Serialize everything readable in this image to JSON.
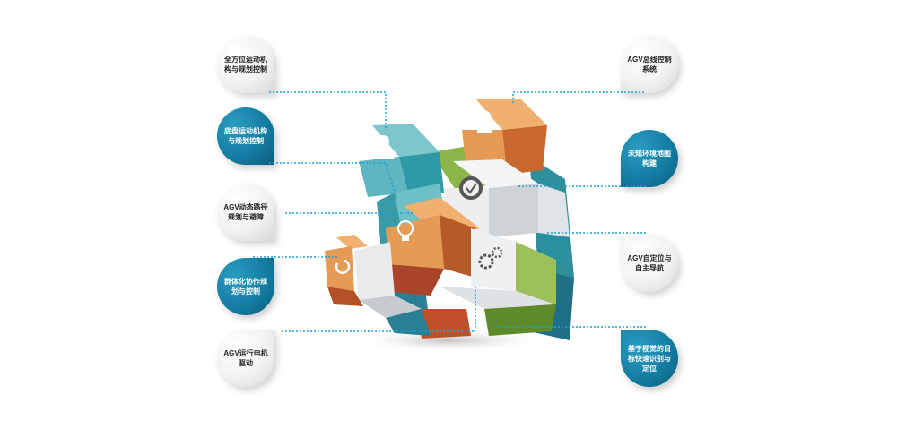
{
  "left_items": [
    {
      "label": "全方位运动机构与规划控制",
      "style": "white"
    },
    {
      "label": "底盘运动机构与规划控制",
      "style": "blue"
    },
    {
      "label": "AGV动态路径规划与避障",
      "style": "white"
    },
    {
      "label": "群体化协作规划与控制",
      "style": "blue"
    },
    {
      "label": "AGV运行电机驱动",
      "style": "white"
    }
  ],
  "right_items": [
    {
      "label": "AGV总线控制系统",
      "style": "white"
    },
    {
      "label": "未知环境地图构建",
      "style": "blue"
    },
    {
      "label": "AGV自定位与自主导航",
      "style": "white"
    },
    {
      "label": "基于视觉的目标快速识别与定位",
      "style": "blue"
    }
  ],
  "colors": {
    "line": "#1aa0dc",
    "teal": "#4fb4bf",
    "orange": "#e59a55",
    "green": "#8cb54a",
    "gray": "#e6e8ea",
    "blue": "#137aa0"
  },
  "icons": [
    "user-icon",
    "lock-icon",
    "check-clock-icon",
    "lightbulb-icon",
    "gears-icon",
    "refresh-icon"
  ]
}
